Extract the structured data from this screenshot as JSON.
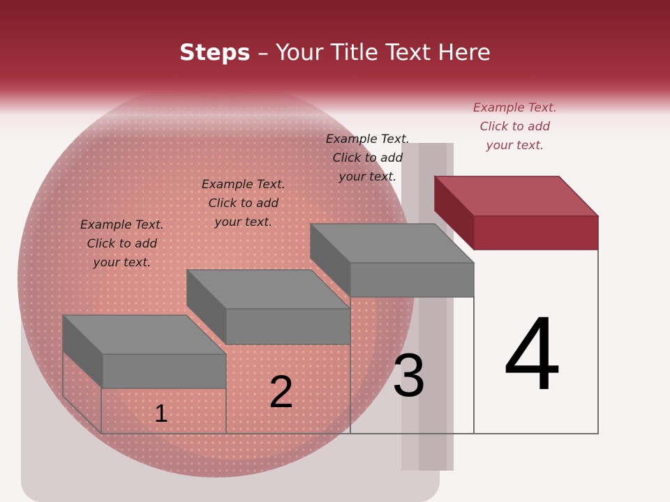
{
  "title": {
    "bold": "Steps",
    "rest": " – Your Title Text Here"
  },
  "colors": {
    "header": "#a3323f",
    "step_gray": "#7f7f7f",
    "step4_red": "#9a2f3d",
    "caption4": "#9a3a48"
  },
  "steps": [
    {
      "number": "1",
      "caption": [
        "Example Text.",
        "Click  to add",
        "your text."
      ]
    },
    {
      "number": "2",
      "caption": [
        "Example Text.",
        "Click  to add",
        "your text."
      ]
    },
    {
      "number": "3",
      "caption": [
        "Example Text.",
        "Click  to add",
        "your text."
      ]
    },
    {
      "number": "4",
      "caption": [
        "Example Text.",
        "Click  to add",
        "your text."
      ]
    }
  ]
}
